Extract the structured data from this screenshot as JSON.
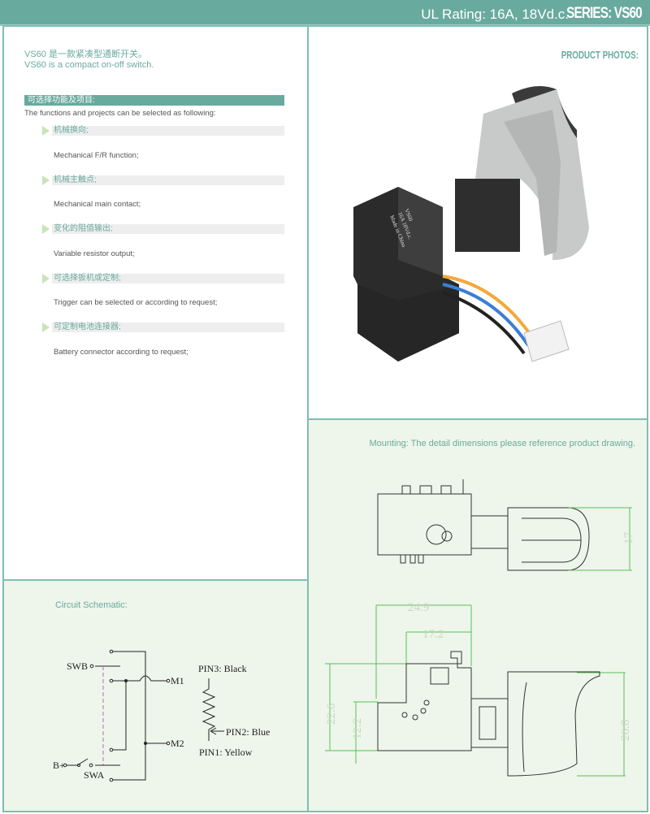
{
  "header": {
    "rating": "UL  Rating: 16A,  18Vd.c.",
    "series": "SERIES: VS60"
  },
  "intro": {
    "cn": "VS60 是一款紧凑型通断开关。",
    "en": "VS60 is a compact on-off switch."
  },
  "features": {
    "title": "可选择功能及项目:",
    "subtitle": "The functions and projects can be selected as following:",
    "items": [
      {
        "cn": "机械换向;",
        "en": "Mechanical F/R function;"
      },
      {
        "cn": "机械主触点;",
        "en": "Mechanical main contact;"
      },
      {
        "cn": "变化的阻值输出;",
        "en": "Variable resistor output;"
      },
      {
        "cn": "可选择扳机或定制;",
        "en": "Trigger can be selected or according to request;"
      },
      {
        "cn": "可定制电池连接器;",
        "en": "Battery connector according to request;"
      }
    ]
  },
  "photos": {
    "title": "PRODUCT PHOTOS:",
    "marking": [
      "VS60",
      "16A 18Vd.c.",
      "Made in China"
    ]
  },
  "mounting": {
    "title": "Mounting: The detail dimensions please reference product drawing.",
    "dims": [
      "17",
      "24.9",
      "17.2",
      "22.6",
      "12.2",
      "26.8"
    ]
  },
  "circuit": {
    "title": "Circuit Schematic:",
    "labels": {
      "swb": "SWB",
      "m1": "M1",
      "m2": "M2",
      "bplus": "B+",
      "swa": "SWA",
      "pin3": "PIN3: Black",
      "pin2": "PIN2: Blue",
      "pin1": "PIN1: Yellow"
    }
  }
}
